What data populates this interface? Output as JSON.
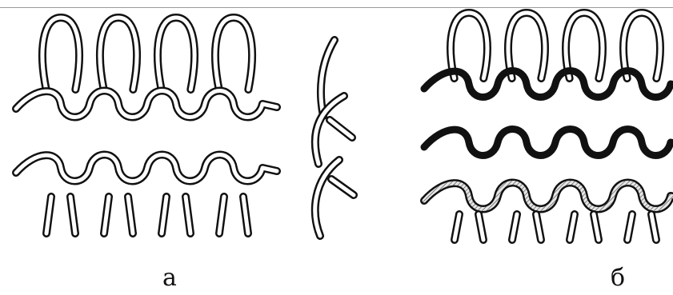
{
  "captions": {
    "left": "а",
    "right": "б"
  },
  "colors": {
    "ink": "#111111",
    "yarn_light": "#ffffff",
    "yarn_dark": "#111111",
    "yarn_hatched": "#bdbdbd"
  },
  "panels": [
    {
      "name": "left-fabric-panel",
      "columns": 4,
      "loop_rows": 2,
      "yarn": [
        "light",
        "light"
      ]
    },
    {
      "name": "side-profile-panel"
    },
    {
      "name": "right-fabric-panel",
      "columns": 4,
      "loop_rows": 3,
      "yarn": [
        "dark",
        "dark",
        "hatched"
      ]
    }
  ]
}
